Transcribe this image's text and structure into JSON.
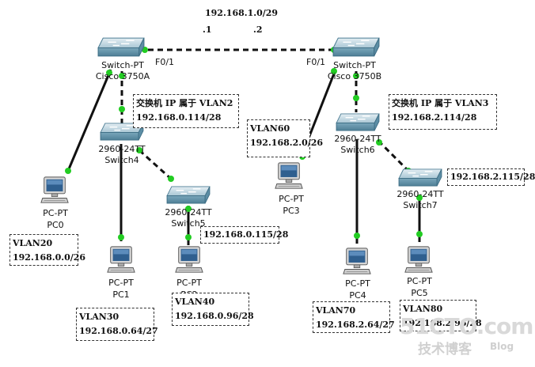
{
  "network": {
    "wan_subnet": "192.168.1.0/29",
    "wan_ip_a": ".1",
    "wan_ip_b": ".2",
    "core_a": {
      "model": "Switch-PT",
      "name": "Cisco 3750A",
      "port": "F0/1"
    },
    "core_b": {
      "model": "Switch-PT",
      "name": "Cisco 3750B",
      "port": "F0/1"
    },
    "switch4": {
      "model": "2960-24TT",
      "name": "Switch4"
    },
    "switch5": {
      "model": "2960-24TT",
      "name": "Switch5"
    },
    "switch6": {
      "model": "2960-24TT",
      "name": "Switch6"
    },
    "switch7": {
      "model": "2960-24TT",
      "name": "Switch7"
    },
    "pcs": [
      {
        "model": "PC-PT",
        "name": "PC0"
      },
      {
        "model": "PC-PT",
        "name": "PC1"
      },
      {
        "model": "PC-PT",
        "name": "PC2"
      },
      {
        "model": "PC-PT",
        "name": "PC3"
      },
      {
        "model": "PC-PT",
        "name": "PC4"
      },
      {
        "model": "PC-PT",
        "name": "PC5"
      }
    ]
  },
  "notes": {
    "vlan2": {
      "line1": "交换机 IP 属于 VLAN2",
      "line2": "192.168.0.114/28"
    },
    "vlan3": {
      "line1": "交换机 IP 属于 VLAN3",
      "line2": "192.168.2.114/28"
    },
    "sw5_ip": "192.168.0.115/28",
    "sw7_ip": "192.168.2.115/28",
    "vlan20": {
      "name": "VLAN20",
      "subnet": "192.168.0.0/26"
    },
    "vlan30": {
      "name": "VLAN30",
      "subnet": "192.168.0.64/27"
    },
    "vlan40": {
      "name": "VLAN40",
      "subnet": "192.168.0.96/28"
    },
    "vlan60": {
      "name": "VLAN60",
      "subnet": "192.168.2.0/26"
    },
    "vlan70": {
      "name": "VLAN70",
      "subnet": "192.168.2.64/27"
    },
    "vlan80": {
      "name": "VLAN80",
      "subnet": "192.168.2.96/28"
    }
  },
  "watermark": {
    "site": "51CTO.com",
    "sub": "技术博客",
    "blog": "Blog"
  },
  "colors": {
    "link": "#111111",
    "port_dot": "#22cc22",
    "switch_top": "#c8dde8",
    "switch_side": "#6f9fb4"
  }
}
